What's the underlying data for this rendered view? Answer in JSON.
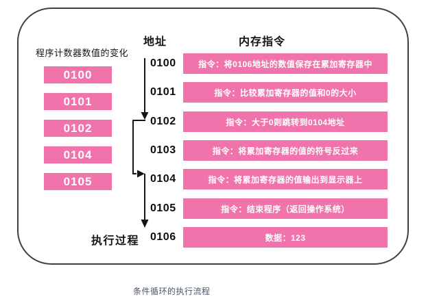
{
  "colors": {
    "pink": "#F173AC",
    "ink": "#141414",
    "frame": "#3f3f3f",
    "caption": "#4a5563",
    "bar_text": "#ffffff"
  },
  "left_panel": {
    "title": "程序计数器数值的变化",
    "values": [
      "0100",
      "0101",
      "0102",
      "0104",
      "0105"
    ]
  },
  "headers": {
    "address": "地址",
    "memory": "内存指令"
  },
  "memory_rows": [
    {
      "addr": "0100",
      "text": "指令：将0106地址的数值保存在累加寄存器中"
    },
    {
      "addr": "0101",
      "text": "指令：比较累加寄存器的值和0的大小"
    },
    {
      "addr": "0102",
      "text": "指令：大于0则跳转到0104地址"
    },
    {
      "addr": "0103",
      "text": "指令：将累加寄存器的值的符号反过来"
    },
    {
      "addr": "0104",
      "text": "指令：将累加寄存器的值输出到显示器上"
    },
    {
      "addr": "0105",
      "text": "指令：结束程序（返回操作系统）"
    },
    {
      "addr": "0106",
      "text": "数据：123"
    }
  ],
  "execution_label": "执行过程",
  "caption": "条件循环的执行流程"
}
